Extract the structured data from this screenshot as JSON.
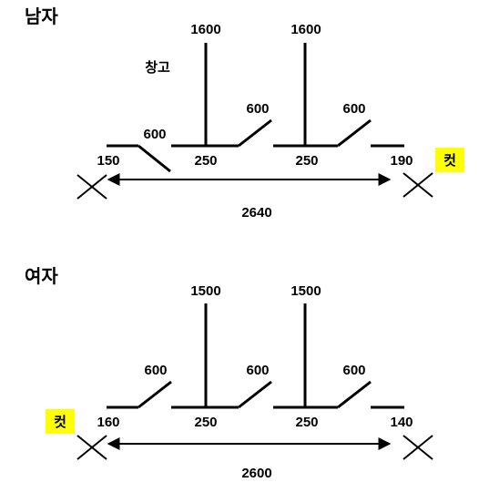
{
  "sections": {
    "male": {
      "title": "남자",
      "storage_label": "창고",
      "cut_label": "컷",
      "heights": [
        "1600",
        "1600"
      ],
      "door_widths": [
        "600",
        "600",
        "600"
      ],
      "segments": [
        "150",
        "250",
        "250",
        "190"
      ],
      "total": "2640"
    },
    "female": {
      "title": "여자",
      "cut_label": "컷",
      "heights": [
        "1500",
        "1500"
      ],
      "door_widths": [
        "600",
        "600",
        "600"
      ],
      "segments": [
        "160",
        "250",
        "250",
        "140"
      ],
      "total": "2600"
    }
  },
  "colors": {
    "highlight": "#ffff00",
    "ink": "#000000"
  }
}
